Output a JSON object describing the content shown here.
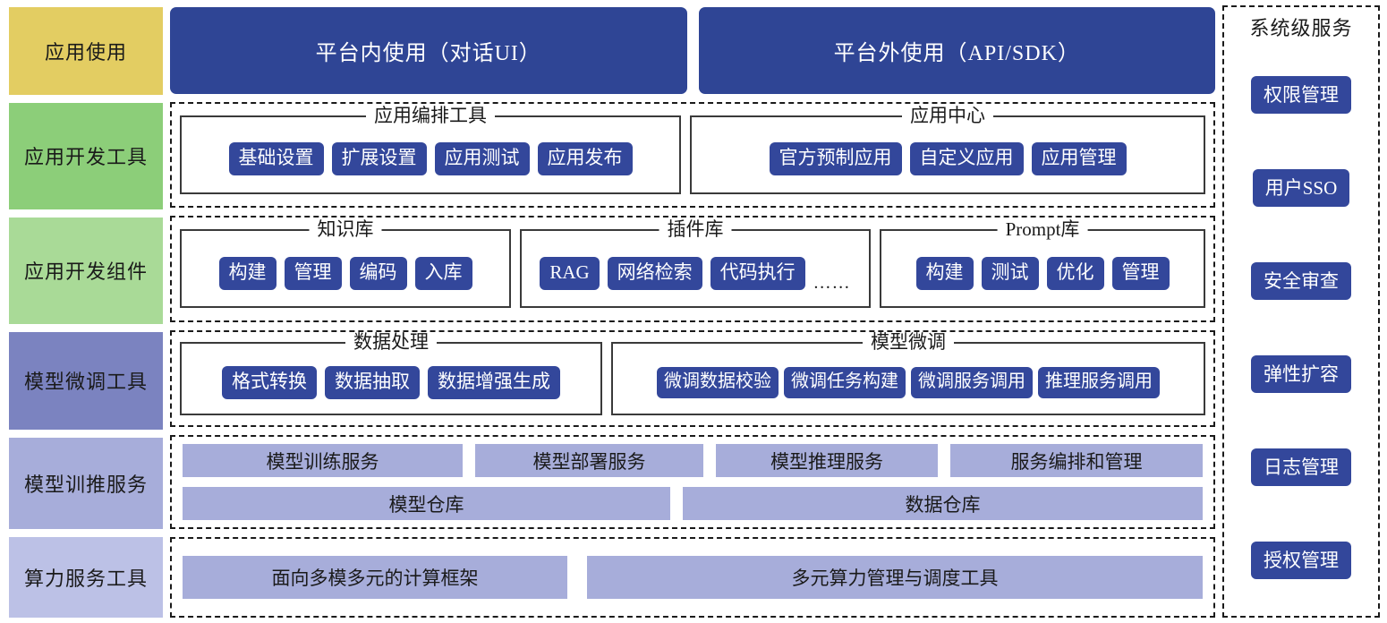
{
  "layers": [
    {
      "label": "应用使用",
      "color": "#e3cd62"
    },
    {
      "label": "应用开发工具",
      "color": "#8cce79"
    },
    {
      "label": "应用开发组件",
      "color": "#a9da97"
    },
    {
      "label": "模型微调工具",
      "color": "#7b83c0"
    },
    {
      "label": "模型训推服务",
      "color": "#a7adda"
    },
    {
      "label": "算力服务工具",
      "color": "#bcc1e6"
    }
  ],
  "row_usage": {
    "banners": [
      "平台内使用（对话UI）",
      "平台外使用（API/SDK）"
    ]
  },
  "row_dev_tools": {
    "groups": [
      {
        "title": "应用编排工具",
        "items": [
          "基础设置",
          "扩展设置",
          "应用测试",
          "应用发布"
        ]
      },
      {
        "title": "应用中心",
        "items": [
          "官方预制应用",
          "自定义应用",
          "应用管理"
        ]
      }
    ]
  },
  "row_dev_components": {
    "groups": [
      {
        "title": "知识库",
        "items": [
          "构建",
          "管理",
          "编码",
          "入库"
        ],
        "ellipsis": ""
      },
      {
        "title": "插件库",
        "items": [
          "RAG",
          "网络检索",
          "代码执行"
        ],
        "ellipsis": "……"
      },
      {
        "title": "Prompt库",
        "items": [
          "构建",
          "测试",
          "优化",
          "管理"
        ],
        "ellipsis": ""
      }
    ]
  },
  "row_finetune": {
    "groups": [
      {
        "title": "数据处理",
        "items": [
          "格式转换",
          "数据抽取",
          "数据增强生成"
        ]
      },
      {
        "title": "模型微调",
        "items": [
          "微调数据校验",
          "微调任务构建",
          "微调服务调用",
          "推理服务调用"
        ]
      }
    ]
  },
  "row_train_infer": {
    "line1": [
      "模型训练服务",
      "模型部署服务",
      "模型推理服务",
      "服务编排和管理"
    ],
    "line2": [
      "模型仓库",
      "数据仓库"
    ]
  },
  "row_compute": {
    "items": [
      "面向多模多元的计算框架",
      "多元算力管理与调度工具"
    ]
  },
  "system_services": {
    "title": "系统级服务",
    "items": [
      "权限管理",
      "用户SSO",
      "安全审查",
      "弹性扩容",
      "日志管理",
      "授权管理"
    ]
  },
  "colors": {
    "pill_blue": "#33479b",
    "banner_blue": "#2f4595",
    "lavender": "#a7adda",
    "border_dark": "#1a1a1a"
  }
}
